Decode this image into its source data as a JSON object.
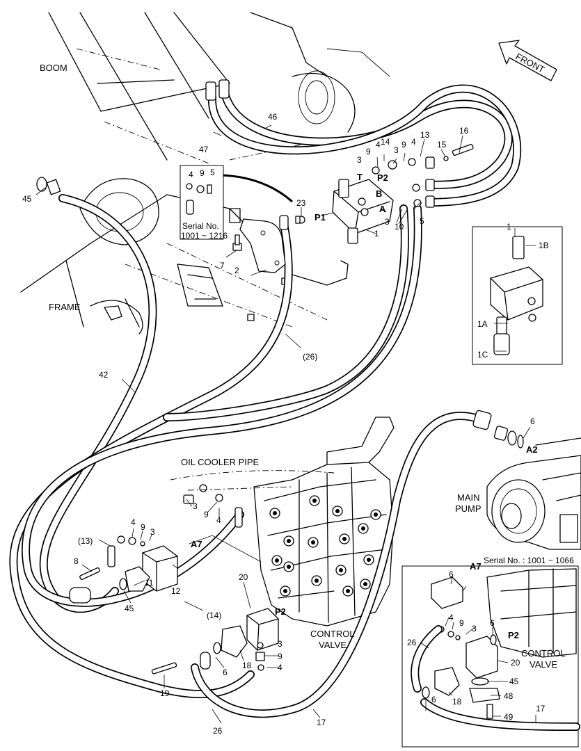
{
  "area_labels": {
    "boom": "BOOM",
    "frame": "FRAME",
    "oil_cooler_pipe": "OIL COOLER PIPE",
    "main_pump_1": "MAIN",
    "main_pump_2": "PUMP",
    "control_valve_1": "CONTROL",
    "control_valve_2": "VALVE",
    "front": "FRONT",
    "inset_control_valve_1": "CONTROL",
    "inset_control_valve_2": "VALVE"
  },
  "serial_notes": {
    "left_1": "Serial No.",
    "left_2": "1001 ~ 1216",
    "right": "Serial No. : 1001 ~ 1066"
  },
  "ports": {
    "p1": "P1",
    "p2_top": "P2",
    "t": "T",
    "a": "A",
    "b": "B",
    "a2": "A2",
    "a7": "A7",
    "p2_cv": "P2",
    "a7_inset": "A7",
    "p2_inset": "P2"
  },
  "callouts": {
    "c46": "46",
    "c47": "47",
    "c45_top": "45",
    "c16": "16",
    "c15": "15",
    "c13_top": "13",
    "c9_t1": "9",
    "c4_t1": "4",
    "c3_t1": "3",
    "c14": "14",
    "c3_t2": "3",
    "c9_t2": "9",
    "c4_t2": "4",
    "c5_r": "5",
    "c3_m": "3",
    "c10": "10",
    "c1_main": "1",
    "c23": "23",
    "c4_s": "4",
    "c9_s": "9",
    "c5_s": "5",
    "c7": "7",
    "c2": "2",
    "c26_paren": "(26)",
    "c42": "42",
    "c1_inset": "1",
    "c1b": "1B",
    "c1a": "1A",
    "c1c": "1C",
    "c6_pump": "6",
    "c3_cv": "3",
    "c9_cv": "9",
    "c4_cv": "4",
    "c13_paren": "(13)",
    "c4_l": "4",
    "c9_l": "9",
    "c3_l": "3",
    "c8": "8",
    "c11": "11",
    "c45_l": "45",
    "c12": "12",
    "c14_paren": "(14)",
    "c20": "20",
    "c3_b": "3",
    "c9_b": "9",
    "c4_b": "4",
    "c6_b": "6",
    "c18": "18",
    "c19": "19",
    "c26_b": "26",
    "c17": "17",
    "i6_top": "6",
    "i4": "4",
    "i9": "9",
    "i3": "3",
    "i6_mid": "6",
    "i26": "26",
    "i20": "20",
    "i6_low": "6",
    "i45": "45",
    "i18": "18",
    "i48": "48",
    "i49": "49",
    "i17": "17"
  }
}
